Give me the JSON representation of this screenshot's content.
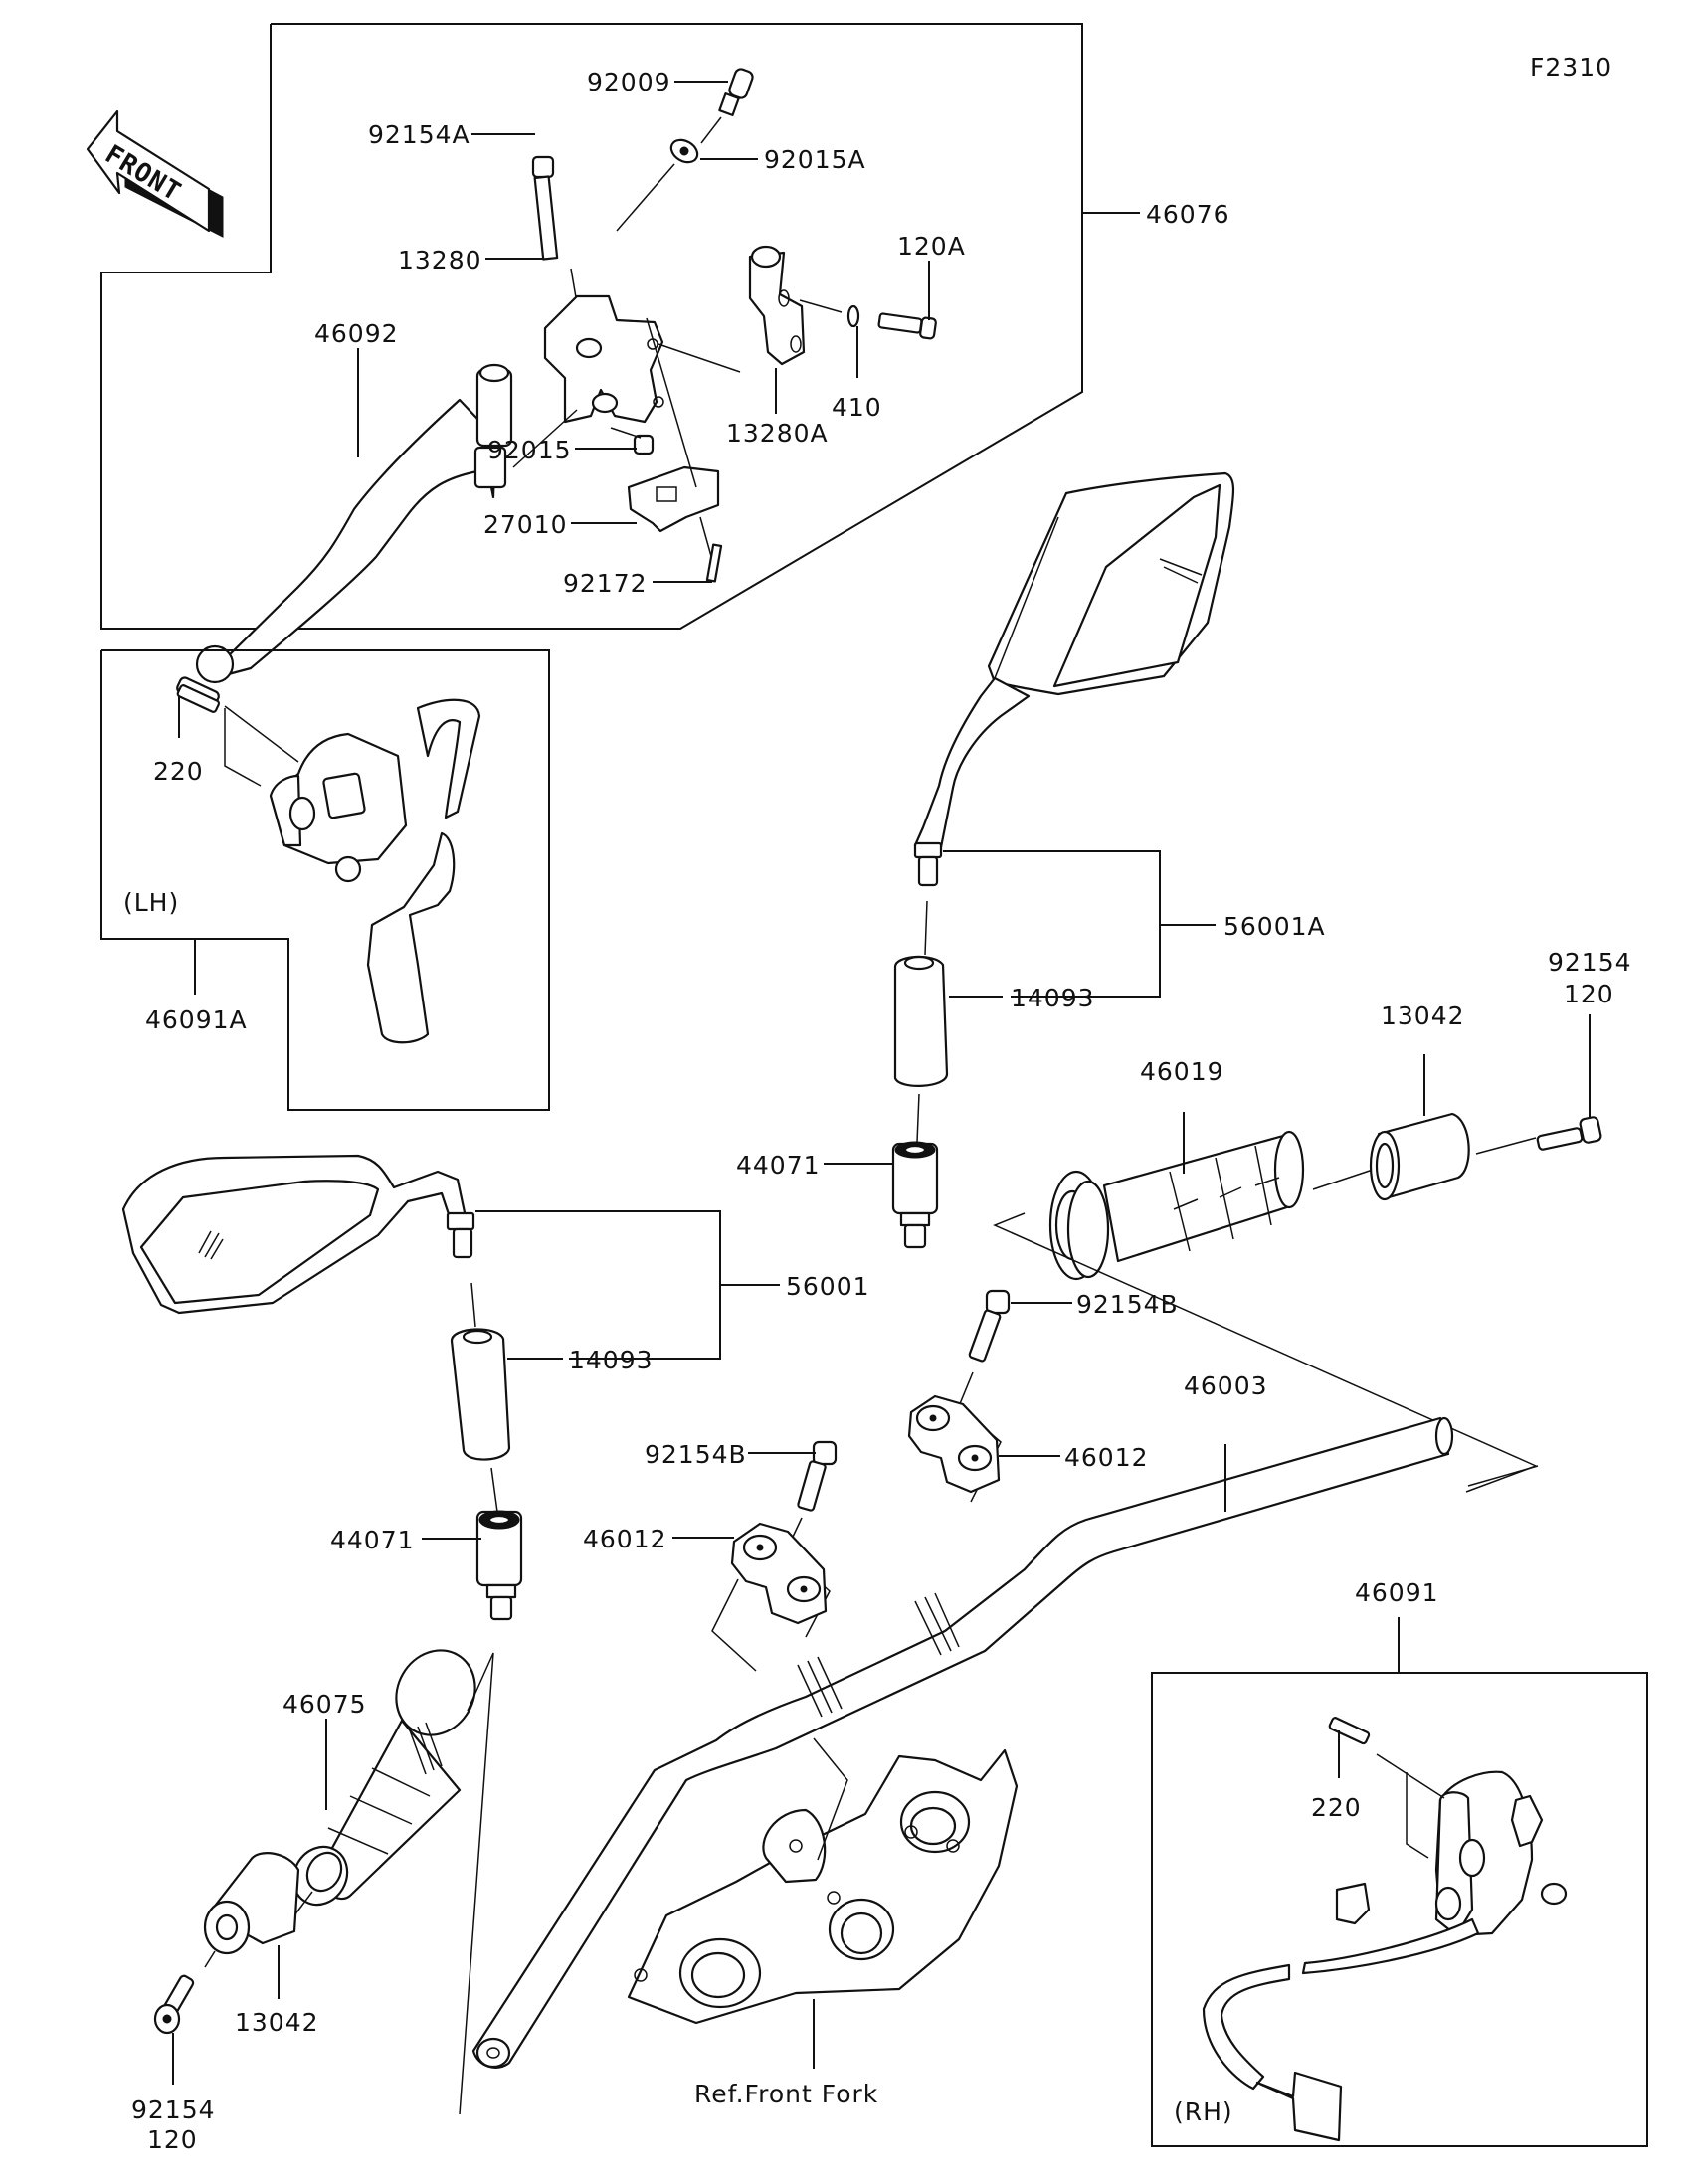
{
  "diagram": {
    "figure_id": "F2310",
    "front_arrow_label": "FRONT",
    "labels": {
      "p92009": "92009",
      "p92154A": "92154A",
      "p92015A": "92015A",
      "p46076": "46076",
      "p13280": "13280",
      "p120A": "120A",
      "p46092": "46092",
      "p410": "410",
      "p13280A": "13280A",
      "p92015": "92015",
      "p27010": "27010",
      "p92172": "92172",
      "p220_lh": "220",
      "lh_tag": "(LH)",
      "p46091A": "46091A",
      "p56001A": "56001A",
      "p14093_r": "14093",
      "p92154_r_line1": "92154",
      "p92154_r_line2": "120",
      "p13042_r": "13042",
      "p46019": "46019",
      "p44071_r": "44071",
      "p56001": "56001",
      "p14093_l": "14093",
      "p92154B_r": "92154B",
      "p46003": "46003",
      "p92154B_l": "92154B",
      "p46012_r": "46012",
      "p44071_l": "44071",
      "p46012_l": "46012",
      "p46091": "46091",
      "p46075": "46075",
      "p220_rh": "220",
      "p13042_l": "13042",
      "p92154_l_line1": "92154",
      "p92154_l_line2": "120",
      "ref_front_fork": "Ref.Front Fork",
      "rh_tag": "(RH)"
    }
  }
}
